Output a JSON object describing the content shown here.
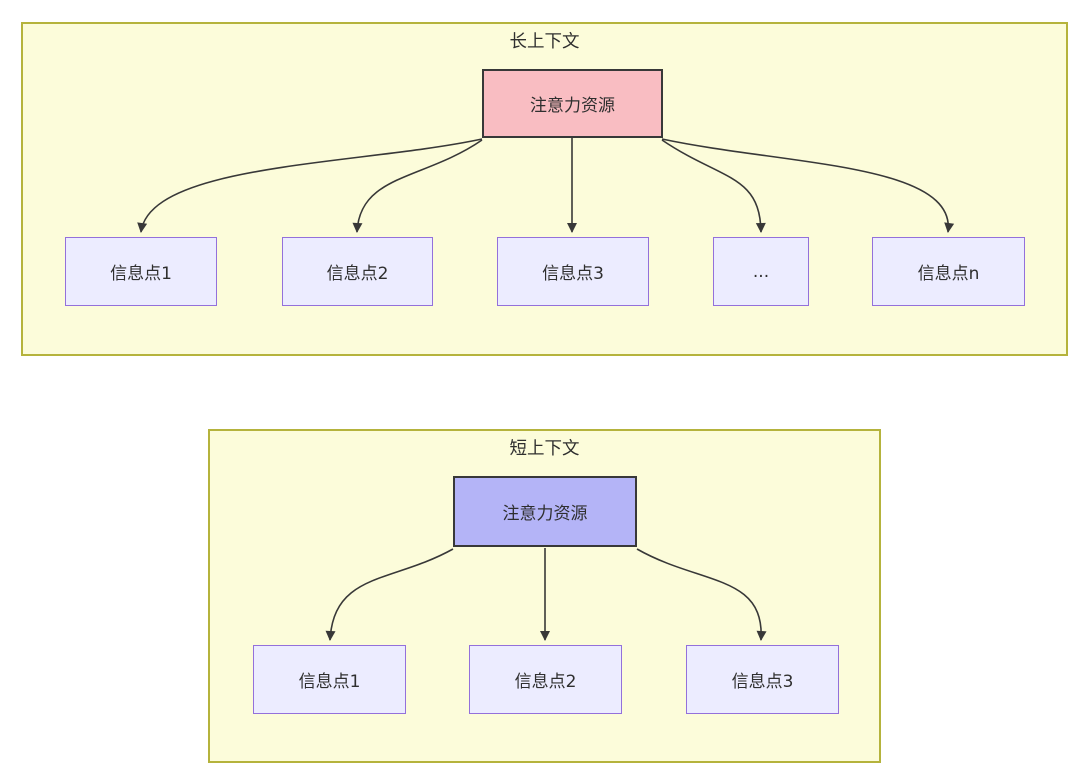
{
  "diagram": {
    "type": "flowchart-comparison",
    "description_semantics": "attention resources fan-out over information points"
  },
  "panels": [
    {
      "title": "长上下文",
      "source_label": "注意力资源",
      "targets": [
        "信息点1",
        "信息点2",
        "信息点3",
        "...",
        "信息点n"
      ]
    },
    {
      "title": "短上下文",
      "source_label": "注意力资源",
      "targets": [
        "信息点1",
        "信息点2",
        "信息点3"
      ]
    }
  ],
  "colors": {
    "panel_background": "#fcfcda",
    "panel_border": "#b5b33c",
    "attention_long_fill": "#f9bdc2",
    "attention_short_fill": "#b4b4f7",
    "attention_border": "#383838",
    "info_fill": "#ececff",
    "info_border": "#9370db",
    "arrow": "#383838",
    "text": "#2f2f2f"
  }
}
